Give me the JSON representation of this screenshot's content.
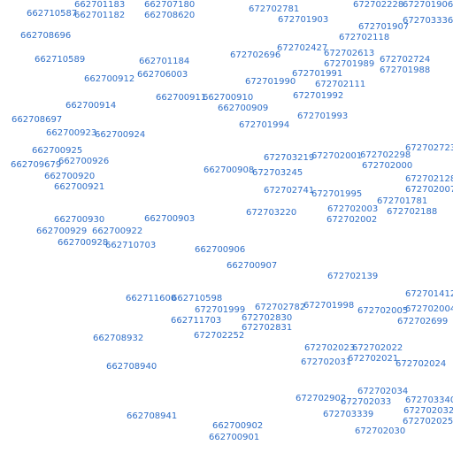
{
  "colors": {
    "label": "#2f6fc8",
    "background": "#ffffff"
  },
  "labels": [
    "662701183",
    "662707180",
    "662710587",
    "662701182",
    "662708620",
    "672702781",
    "672701903",
    "672702228",
    "672701906",
    "672703336",
    "672701907",
    "672702118",
    "662708696",
    "672702427",
    "672702696",
    "672702613",
    "672702724",
    "662710589",
    "662701184",
    "672701989",
    "672701988",
    "672701991",
    "662706003",
    "662700912",
    "672701990",
    "672702111",
    "672701992",
    "662700911",
    "662700910",
    "662700909",
    "662700914",
    "672701993",
    "662708697",
    "672701994",
    "662700923",
    "662700924",
    "672702723",
    "662700925",
    "672703219",
    "672702001",
    "672702298",
    "662700926",
    "662709679",
    "672702000",
    "662700908",
    "672703245",
    "662700920",
    "672702128",
    "662700921",
    "672702741",
    "672701995",
    "672702007",
    "672701781",
    "672702003",
    "672703220",
    "672702188",
    "672702002",
    "662700930",
    "662700903",
    "662700929",
    "662700922",
    "662700928",
    "662710703",
    "662700906",
    "662700907",
    "672702139",
    "672701412",
    "662711600",
    "662710598",
    "672702782",
    "672701998",
    "672701999",
    "672702005",
    "672702004",
    "672702830",
    "662711703",
    "672702699",
    "672702831",
    "672702252",
    "662708932",
    "672702023",
    "672702022",
    "672702031",
    "672702021",
    "672702024",
    "662708940",
    "672702034",
    "672702902",
    "672702033",
    "672703340",
    "672703339",
    "672702032",
    "662708941",
    "672702025",
    "662700902",
    "672702030",
    "662700901"
  ]
}
